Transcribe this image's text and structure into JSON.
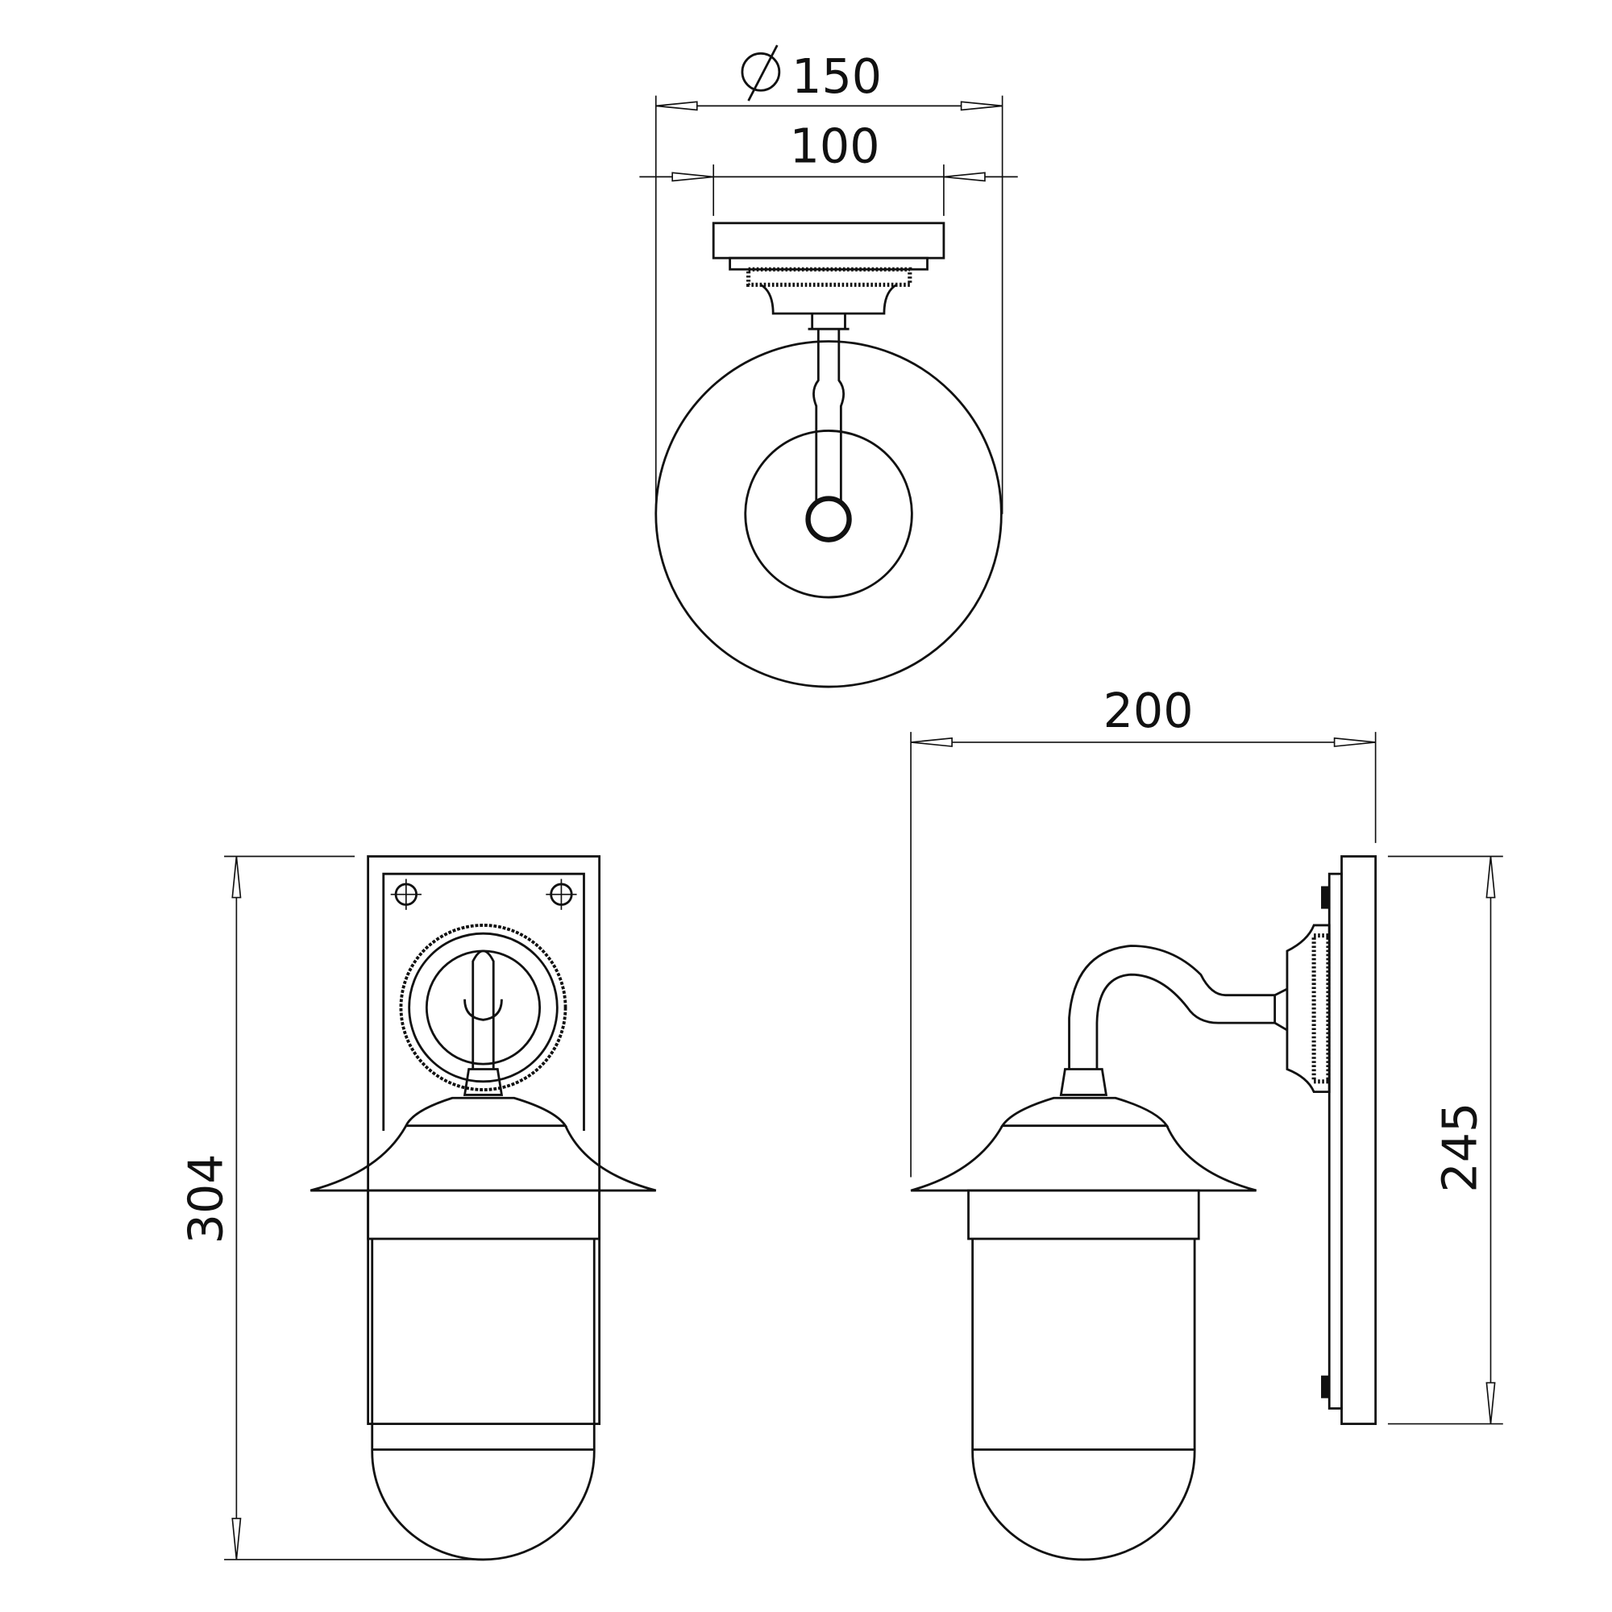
{
  "dimensions": {
    "diameter_symbol": "⌀",
    "outer_diameter": "150",
    "plate_width": "100",
    "projection": "200",
    "overall_height": "304",
    "plate_height": "245"
  },
  "colors": {
    "line": "#111111",
    "background": "#ffffff"
  }
}
